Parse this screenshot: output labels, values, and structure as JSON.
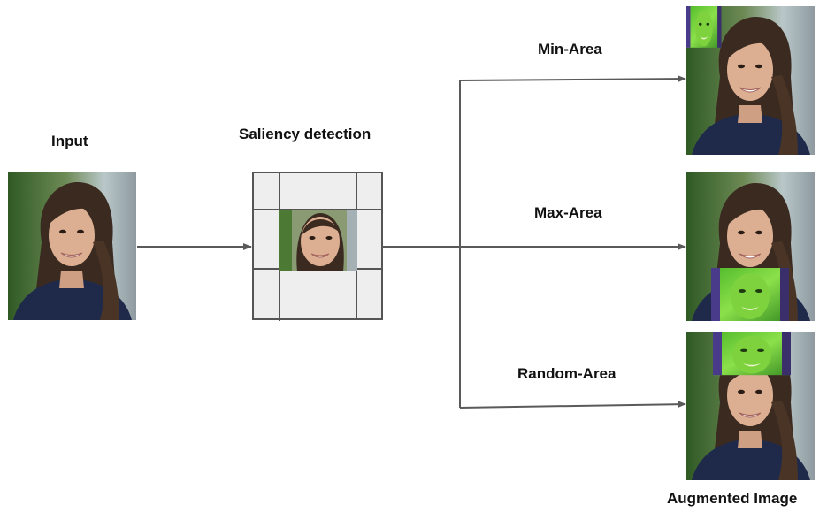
{
  "labels": {
    "input": "Input",
    "saliency": "Saliency detection",
    "min_area": "Min-Area",
    "max_area": "Max-Area",
    "random_area": "Random-Area",
    "augmented": "Augmented Image"
  },
  "colors": {
    "arrow": "#5a5a5a",
    "grid_fill": "#eeeeee",
    "grid_line": "#555555",
    "overlay_green": "#6fd23a",
    "background_green": "#3d6b2c",
    "sweater": "#1f2a4a",
    "hair": "#3b2a20",
    "skin": "#dcae92"
  },
  "images": {
    "input": "portrait-photo",
    "crop": "face-crop",
    "outputs": [
      "portrait-min-area",
      "portrait-max-area",
      "portrait-random-area"
    ]
  }
}
